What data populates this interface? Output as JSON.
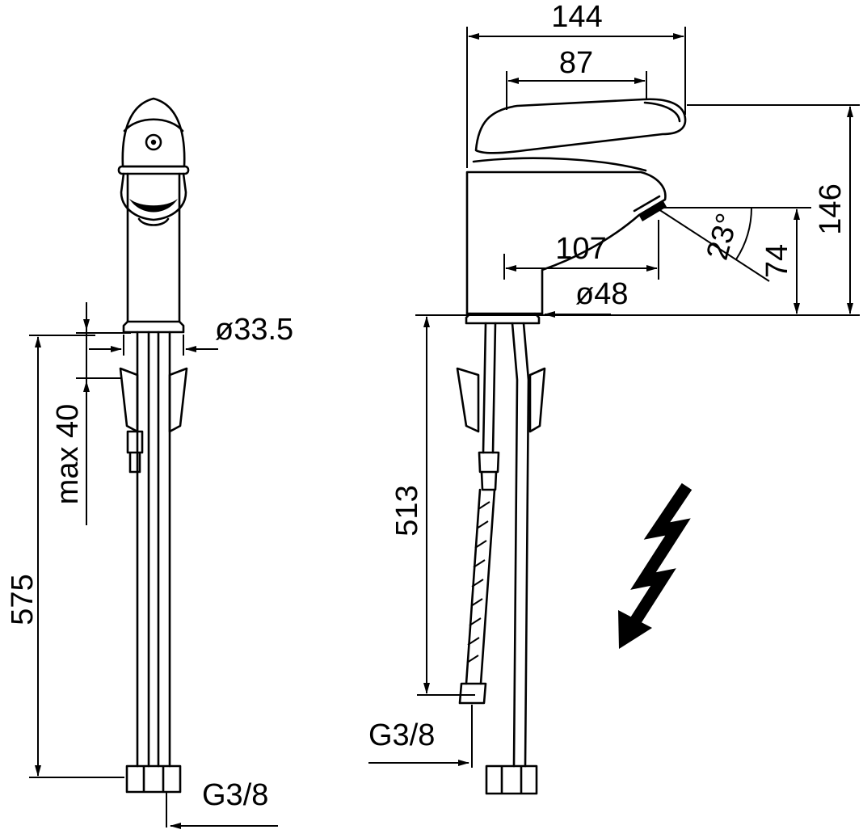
{
  "page": {
    "background": "#ffffff",
    "line_color": "#000000"
  },
  "front_view": {
    "dim_body_diameter": "ø33.5",
    "dim_max_mounting_thickness": "max 40",
    "dim_total_hose_length": "575",
    "dim_connection_thread": "G3/8"
  },
  "side_view": {
    "dim_total_length": "144",
    "dim_lever_length": "87",
    "dim_spout_reach": "107",
    "dim_base_diameter": "ø48",
    "dim_spout_angle": "23°",
    "dim_outlet_height": "74",
    "dim_total_height": "146",
    "dim_hose_length": "513",
    "dim_connection_thread": "G3/8"
  },
  "icons": {
    "lightning_bolt": "lightning-bolt-arrow"
  }
}
